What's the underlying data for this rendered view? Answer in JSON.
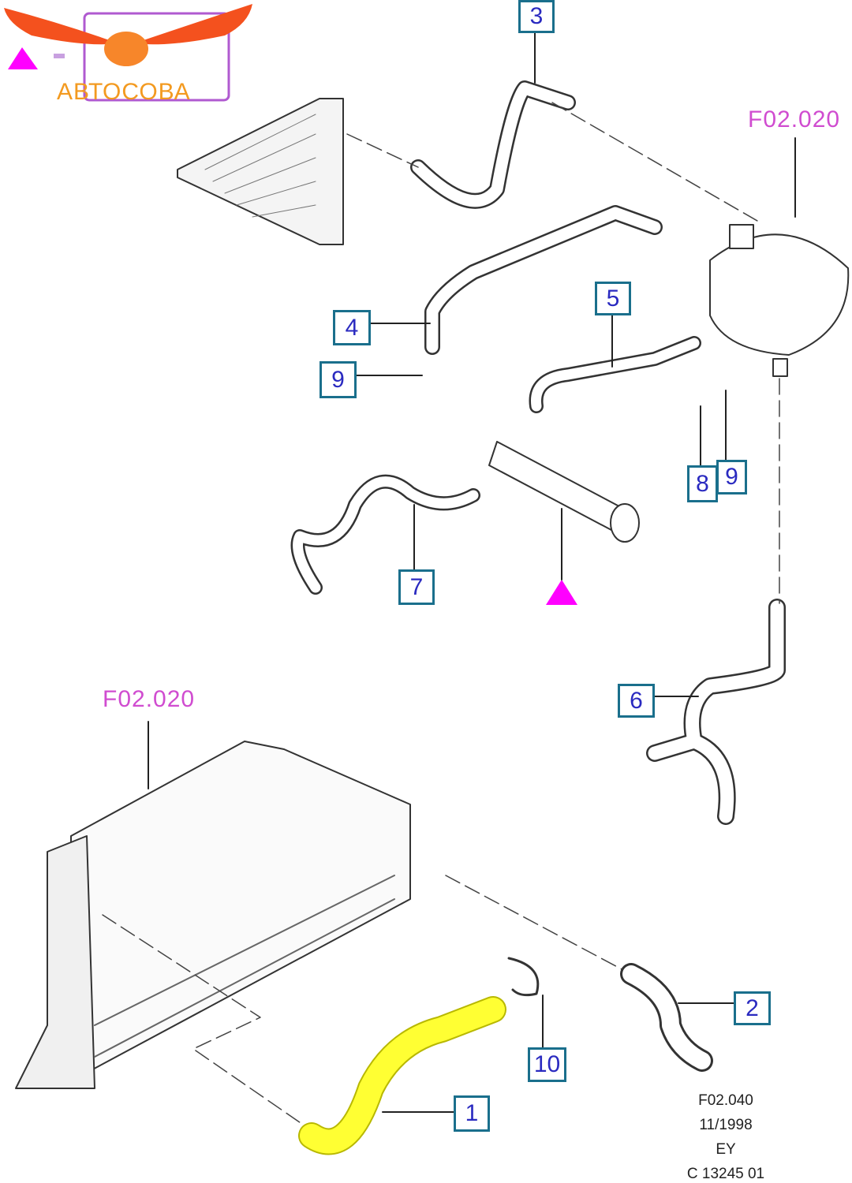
{
  "logo": {
    "text": "АВТОСОВА",
    "colors": {
      "wings": "#f4511e",
      "text": "#f39a20"
    }
  },
  "legend": {
    "symbol": "triangle",
    "equals": "="
  },
  "references": {
    "top": "F02.020",
    "bottom": "F02.020"
  },
  "callouts": {
    "c3": "3",
    "c4": "4",
    "c9a": "9",
    "c5": "5",
    "c8": "8",
    "c9b": "9",
    "c7": "7",
    "c6": "6",
    "c2": "2",
    "c10": "10",
    "c1": "1"
  },
  "footer": {
    "line1": "F02.040",
    "line2": "11/1998",
    "line3": "EY",
    "line4": "C 13245 01"
  },
  "colors": {
    "highlight": "#ffff33",
    "callout_border": "#1a6f8c",
    "callout_text": "#2a2ac0",
    "reference": "#d04cd0",
    "marker": "#ff00ff"
  }
}
